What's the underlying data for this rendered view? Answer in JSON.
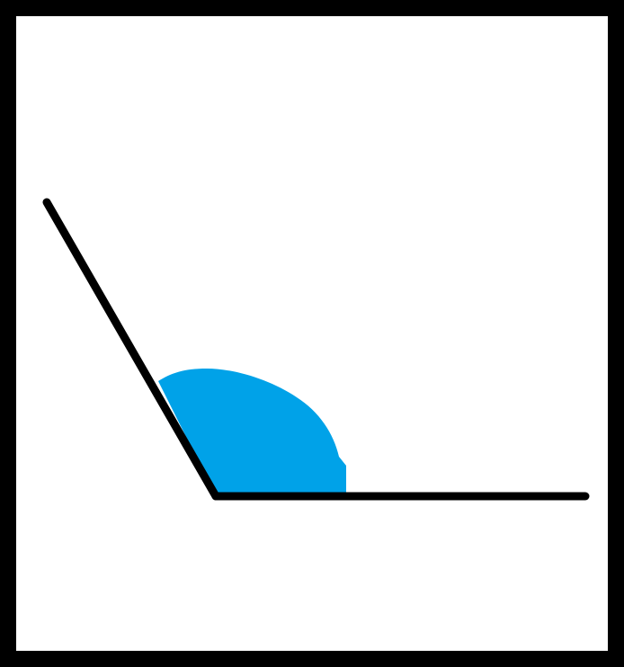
{
  "diagram": {
    "type": "angle-drawing",
    "colors": {
      "background": "#ffffff",
      "frame": "#000000",
      "ray": "#000000",
      "angle_fill": "#00a2e8"
    },
    "shapes": [
      "outer-frame",
      "baseline-ray",
      "slanted-ray",
      "angle-fill"
    ]
  }
}
